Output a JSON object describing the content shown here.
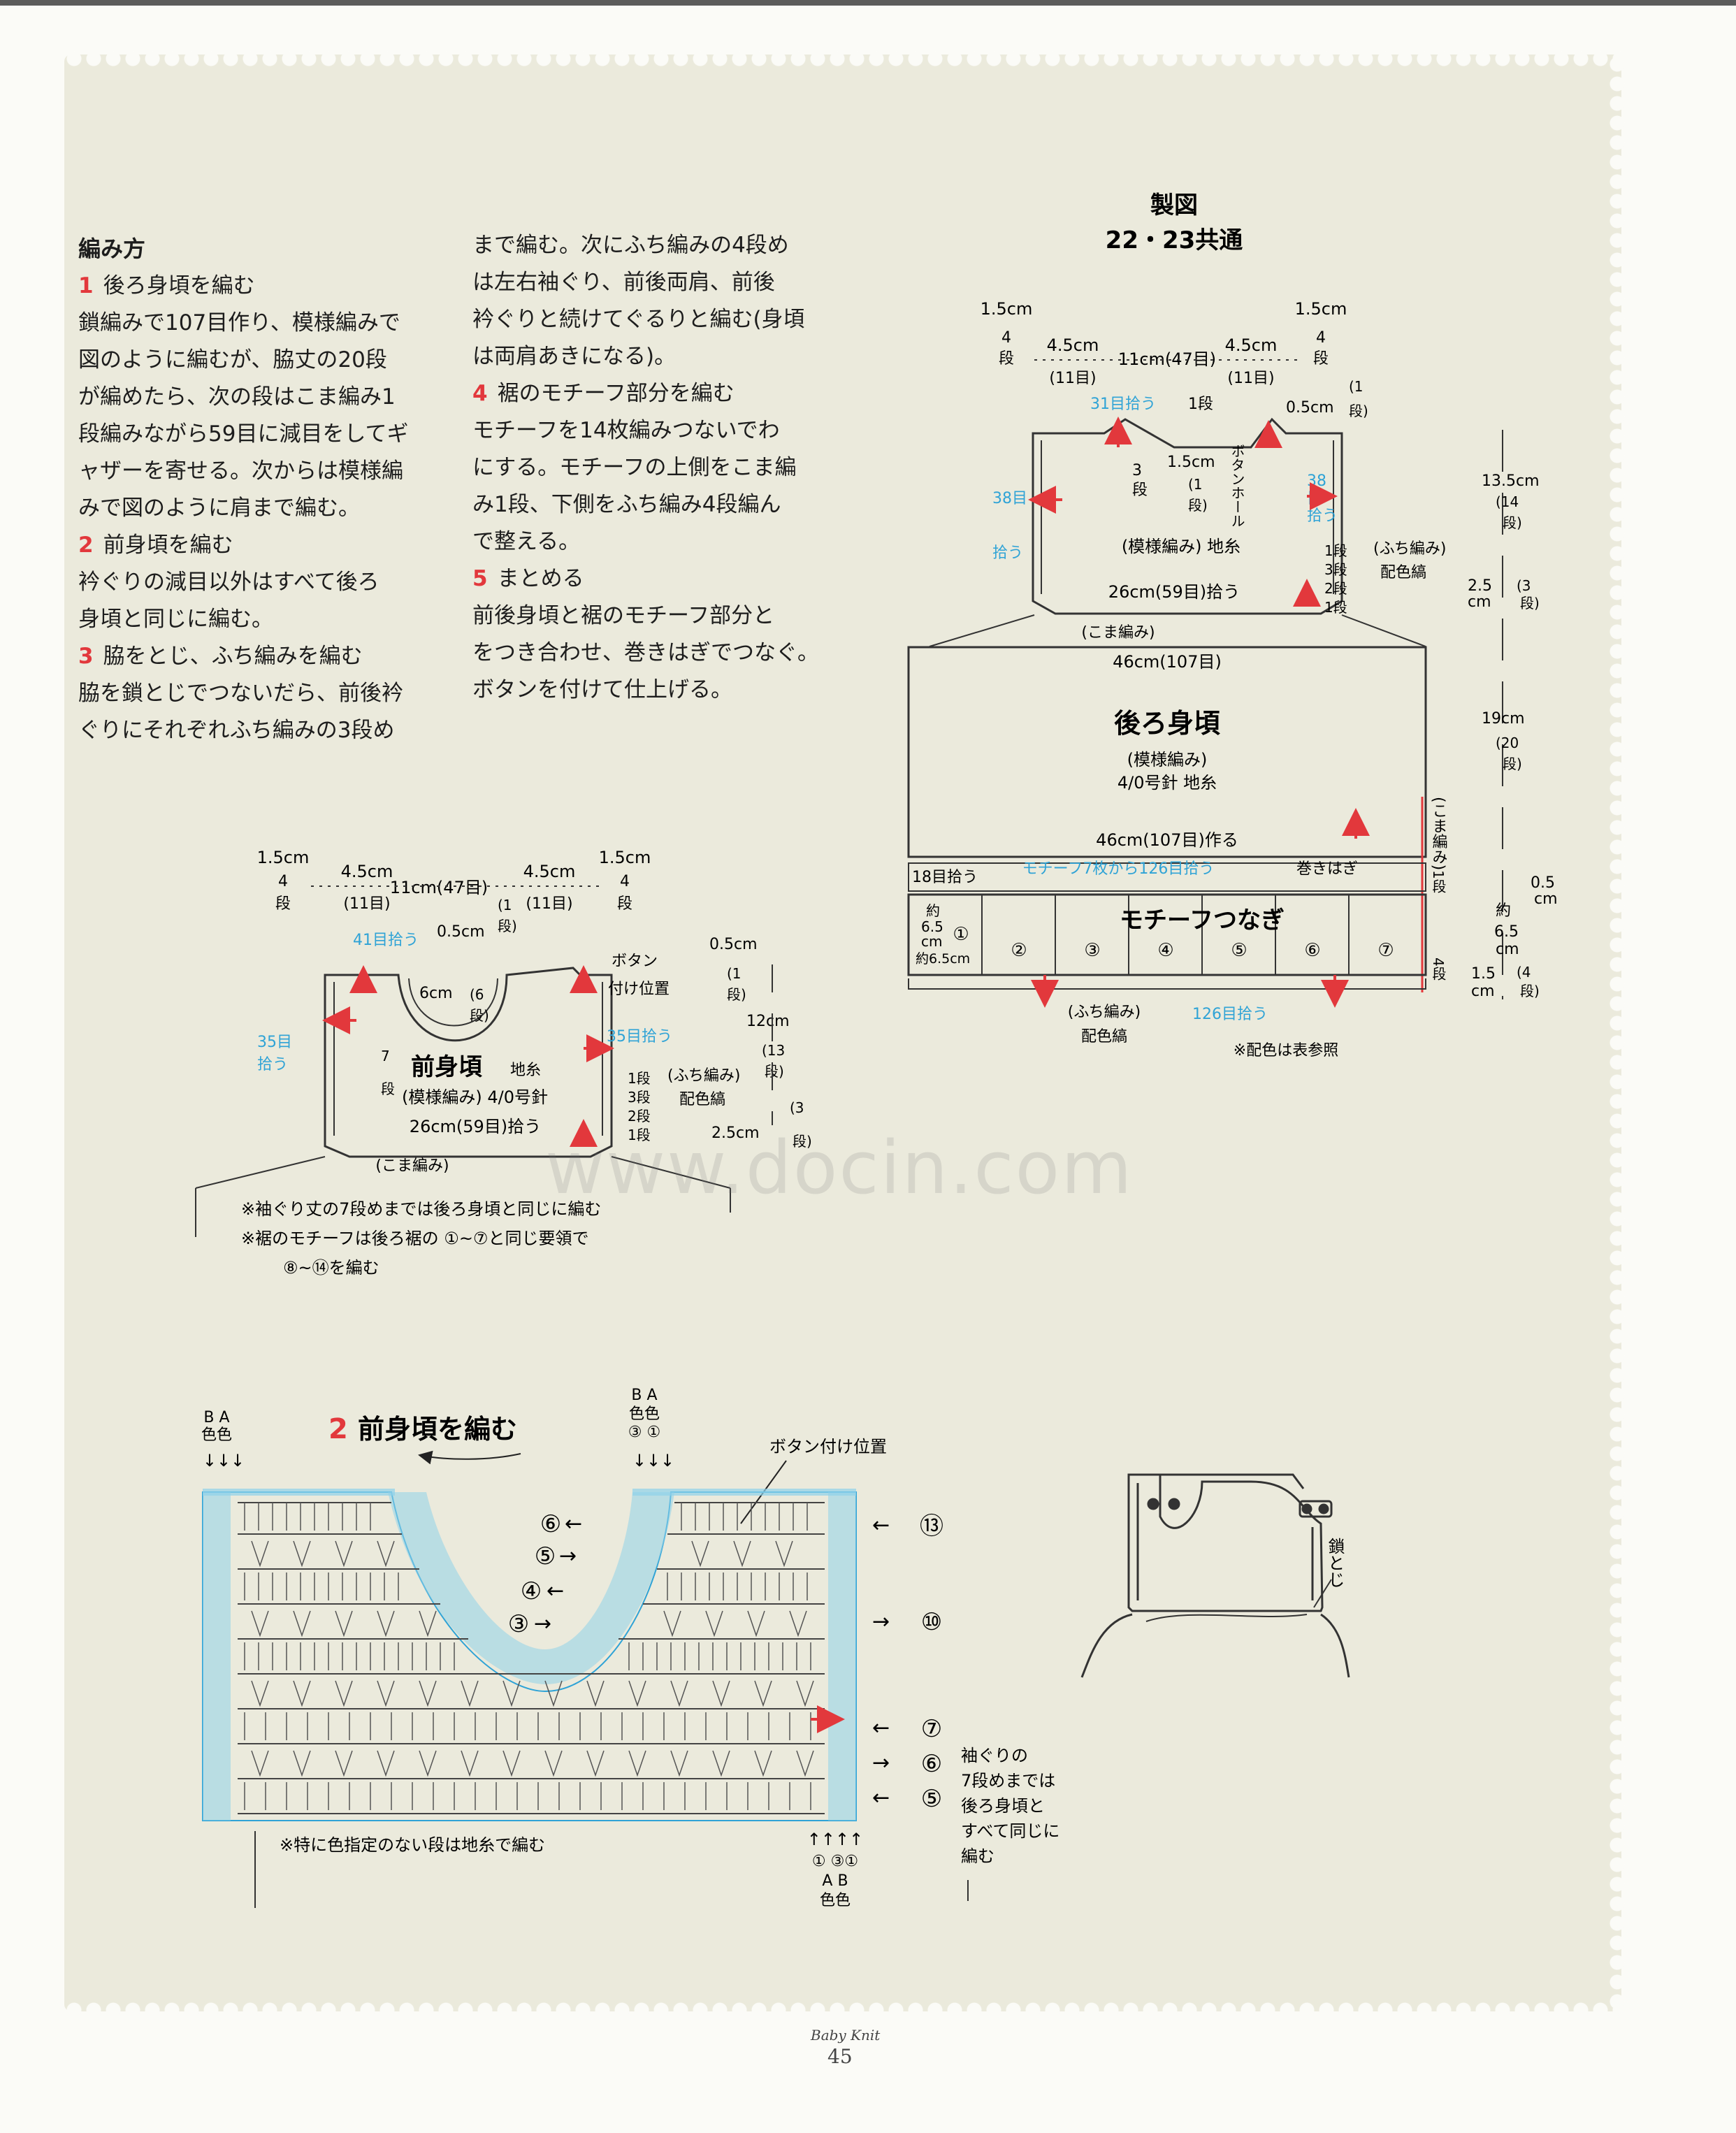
{
  "instructions": {
    "title": "編み方",
    "steps": [
      {
        "num": "1",
        "heading": "後ろ身頃を編む",
        "lines": [
          "鎖編みで107目作り、模様編みで",
          "図のように編むが、脇丈の20段",
          "が編めたら、次の段はこま編み1",
          "段編みながら59目に減目をしてギ",
          "ャザーを寄せる。次からは模様編",
          "みで図のように肩まで編む。"
        ]
      },
      {
        "num": "2",
        "heading": "前身頃を編む",
        "lines": [
          "衿ぐりの減目以外はすべて後ろ",
          "身頃と同じに編む。"
        ]
      },
      {
        "num": "3",
        "heading": "脇をとじ、ふち編みを編む",
        "lines": [
          "脇を鎖とじでつないだら、前後衿",
          "ぐりにそれぞれふち編みの3段め"
        ]
      }
    ],
    "col2_lines": [
      "まで編む。次にふち編みの4段め",
      "は左右袖ぐり、前後両肩、前後",
      "衿ぐりと続けてぐるりと編む(身頃",
      "は両肩あきになる)。"
    ],
    "steps2": [
      {
        "num": "4",
        "heading": "裾のモチーフ部分を編む",
        "lines": [
          "モチーフを14枚編みつないでわ",
          "にする。モチーフの上側をこま編",
          "み1段、下側をふち編み4段編ん",
          "で整える。"
        ]
      },
      {
        "num": "5",
        "heading": "まとめる",
        "lines": [
          "前後身頃と裾のモチーフ部分と",
          "をつき合わせ、巻きはぎでつなぐ。",
          "ボタンを付けて仕上げる。"
        ]
      }
    ]
  },
  "schematic": {
    "title": "製図",
    "subtitle": "22・23共通",
    "top_dims": [
      "1.5cm",
      "4.5cm",
      "11cm(47目)",
      "4.5cm",
      "1.5cm"
    ],
    "top_rows": [
      "4",
      "段",
      "(11目)",
      "(11目)",
      "4",
      "段"
    ],
    "labels": {
      "pick31": "31目拾う",
      "row1": "1段",
      "w05": "0.5cm",
      "r1b": "(1",
      "r1c": "段)",
      "r3": "3",
      "r3b": "段",
      "w15": "1.5cm",
      "r1d": "(1",
      "r1e": "段)",
      "button": "ボタンホール",
      "pick38a": "38目",
      "pick38b": "拾う",
      "pick38c": "38",
      "pick38d": "目",
      "pick38e": "拾う",
      "pattern": "(模様編み) 地糸",
      "edge_rows": [
        "1段",
        "3段",
        "2段",
        "1段"
      ],
      "edge_name": "(ふち編み)",
      "edge_color": "配色縞",
      "pick26": "26cm(59目)拾う",
      "single": "(こま編み)",
      "w46": "46cm(107目)",
      "back": "後ろ身頃",
      "back_pat": "(模様編み)",
      "back_needle": "4/0号針 地糸",
      "w46b": "46cm(107目)作る",
      "pick18": "18目拾う",
      "motif_pick": "モチーフ7枚から126目拾う",
      "seam": "巻きはぎ",
      "motif_title": "モチーフつなぎ",
      "m_h1": "約",
      "m_h2": "6.5",
      "m_h3": "cm",
      "m_w": "約6.5cm",
      "edge2": "(ふち編み)",
      "edge2b": "配色縞",
      "pick126": "126目拾う",
      "note": "※配色は表参照",
      "side_single": "(こま編み)",
      "side_r1": "1段",
      "side_r4": "4段"
    },
    "motifs": [
      "①",
      "②",
      "③",
      "④",
      "⑤",
      "⑥",
      "⑦"
    ],
    "right_dims": {
      "d1": "13.5cm",
      "d1r": [
        "(14",
        "段)"
      ],
      "d2": "2.5",
      "d2b": "cm",
      "d2r": [
        "(3",
        "段)"
      ],
      "d3": "19cm",
      "d3r": [
        "(20",
        "段)"
      ],
      "d4": "0.5",
      "d4b": "cm",
      "d5": "約",
      "d5b": "6.5",
      "d5c": "cm",
      "d6": "1.5",
      "d6b": "cm",
      "d6r": [
        "(4",
        "段)"
      ]
    }
  },
  "front_schematic": {
    "top_dims": [
      "1.5cm",
      "4.5cm",
      "11cm(47目)",
      "4.5cm",
      "1.5cm"
    ],
    "rows": [
      "4",
      "段",
      "(11目)",
      "(11目)",
      "4",
      "段"
    ],
    "pick41": "41目拾う",
    "w05": "0.5cm",
    "r1": "(1",
    "r1b": "段)",
    "w6": "6cm",
    "r6": "(6",
    "r6b": "段)",
    "button1": "ボタン",
    "button2": "付け位置",
    "w05b": "0.5cm",
    "r1c": "(1",
    "r1d": "段)",
    "w12": "12cm",
    "r13": "(13",
    "r13b": "段)",
    "pick35a": "35目",
    "pick35b": "拾う",
    "pick35c": "35目拾う",
    "r7": "7",
    "r7b": "段",
    "front": "前身頃",
    "front_yarn": "地糸",
    "front_pat": "(模様編み) 4/0号針",
    "edge_rows": [
      "1段",
      "3段",
      "2段",
      "1段"
    ],
    "edge_name": "(ふち編み)",
    "edge_color": "配色縞",
    "pick26": "26cm(59目)拾う",
    "w25": "2.5cm",
    "r3": "(3",
    "r3b": "段)",
    "single": "(こま編み)",
    "note1": "※袖ぐり丈の7段めまでは後ろ身頃と同じに編む",
    "note2": "※裾のモチーフは後ろ裾の ①~⑦と同じ要領で",
    "note3": "⑧~⑭を編む"
  },
  "chart": {
    "step": "2",
    "title": "前身頃を編む",
    "ba_left": "B A",
    "col_left": "色色",
    "ba_mid": "B A",
    "col_mid": "色色",
    "num_mid": "③ ①",
    "button": "ボタン付け位置",
    "left_rows": [
      "⑥",
      "⑤",
      "④",
      "③"
    ],
    "right_rows": [
      "⑬",
      "⑩",
      "⑦",
      "⑥",
      "⑤"
    ],
    "bottom_nums": "① ③①",
    "bottom_ba": "A B",
    "bottom_col": "色色",
    "note": "※特に色指定のない段は地糸で編む",
    "side_note": [
      "袖ぐりの",
      "7段めまでは",
      "後ろ身頃と",
      "すべて同じに",
      "編む"
    ]
  },
  "illustration": {
    "label": "鎖とじ"
  },
  "footer": {
    "magazine": "Baby Knit",
    "page": "45"
  },
  "watermark": "www.docin.com",
  "colors": {
    "accent_red": "#e2383c",
    "accent_blue": "#2fa3d6"
  }
}
